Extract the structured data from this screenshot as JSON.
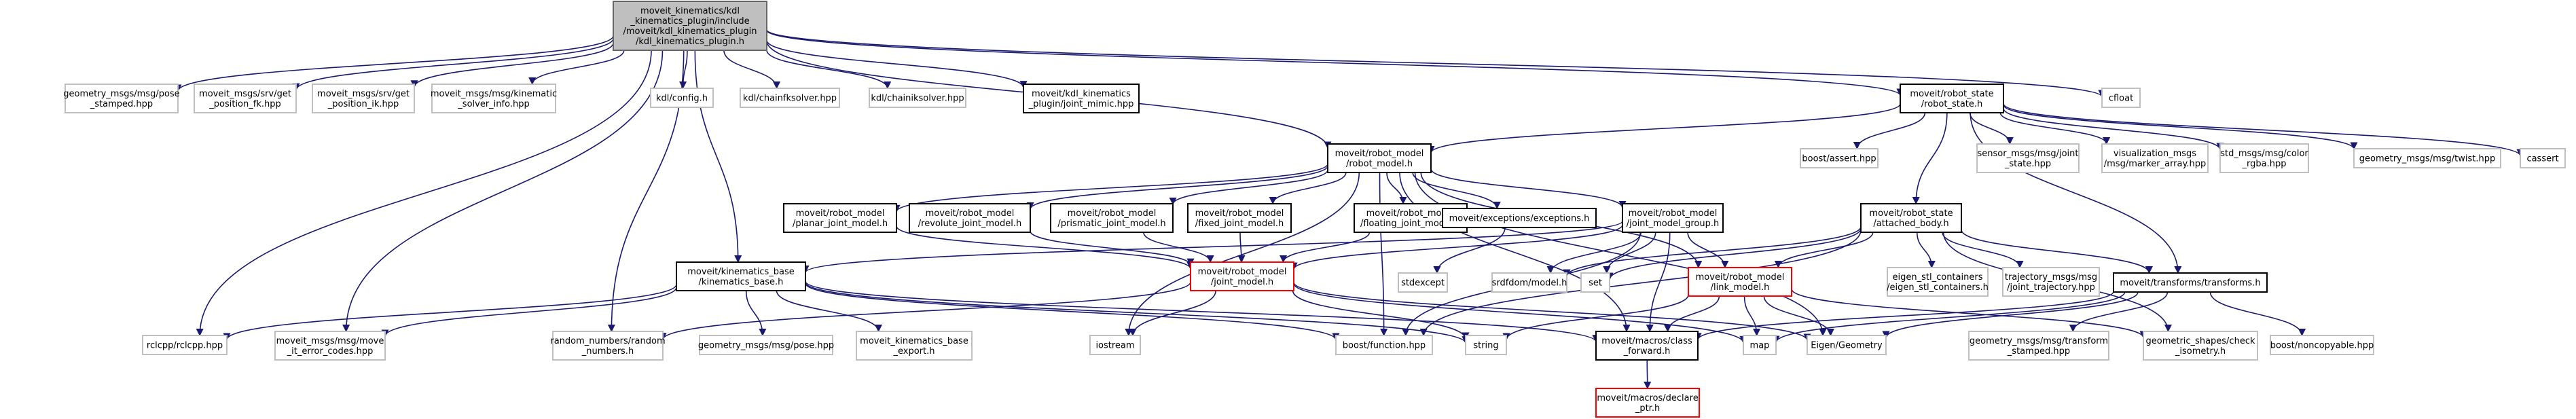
{
  "colors": {
    "background": "#ffffff",
    "edge": "#191970",
    "border_root": "#666666",
    "fill_root": "#bfbfbf",
    "border_documented": "#000000",
    "border_system": "#bfbfbf",
    "border_missing": "#ff0000",
    "text": "#000000"
  },
  "nodes": [
    {
      "id": "kdl_plugin",
      "kind": "root",
      "lines": [
        "moveit_kinematics/kdl",
        "_kinematics_plugin/include",
        "/moveit/kdl_kinematics_plugin",
        "/kdl_kinematics_plugin.h"
      ]
    },
    {
      "id": "geom_pose_stamped",
      "kind": "system",
      "lines": [
        "geometry_msgs/msg/pose",
        "_stamped.hpp"
      ]
    },
    {
      "id": "srv_get_fk",
      "kind": "system",
      "lines": [
        "moveit_msgs/srv/get",
        "_position_fk.hpp"
      ]
    },
    {
      "id": "srv_get_ik",
      "kind": "system",
      "lines": [
        "moveit_msgs/srv/get",
        "_position_ik.hpp"
      ]
    },
    {
      "id": "kin_solver_info",
      "kind": "system",
      "lines": [
        "moveit_msgs/msg/kinematic",
        "_solver_info.hpp"
      ]
    },
    {
      "id": "kdl_config",
      "kind": "system",
      "lines": [
        "kdl/config.h"
      ]
    },
    {
      "id": "kdl_chainfk",
      "kind": "system",
      "lines": [
        "kdl/chainfksolver.hpp"
      ]
    },
    {
      "id": "kdl_chainik",
      "kind": "system",
      "lines": [
        "kdl/chainiksolver.hpp"
      ]
    },
    {
      "id": "joint_mimic",
      "kind": "documented",
      "lines": [
        "moveit/kdl_kinematics",
        "_plugin/joint_mimic.hpp"
      ]
    },
    {
      "id": "robot_state",
      "kind": "documented",
      "lines": [
        "moveit/robot_state",
        "/robot_state.h"
      ]
    },
    {
      "id": "cfloat",
      "kind": "system",
      "lines": [
        "cfloat"
      ]
    },
    {
      "id": "robot_model",
      "kind": "documented",
      "lines": [
        "moveit/robot_model",
        "/robot_model.h"
      ]
    },
    {
      "id": "boost_assert",
      "kind": "system",
      "lines": [
        "boost/assert.hpp"
      ]
    },
    {
      "id": "sensor_joint_state",
      "kind": "system",
      "lines": [
        "sensor_msgs/msg/joint",
        "_state.hpp"
      ]
    },
    {
      "id": "marker_array",
      "kind": "system",
      "lines": [
        "visualization_msgs",
        "/msg/marker_array.hpp"
      ]
    },
    {
      "id": "color_rgba",
      "kind": "system",
      "lines": [
        "std_msgs/msg/color",
        "_rgba.hpp"
      ]
    },
    {
      "id": "twist",
      "kind": "system",
      "lines": [
        "geometry_msgs/msg/twist.hpp"
      ]
    },
    {
      "id": "cassert",
      "kind": "system",
      "lines": [
        "cassert"
      ]
    },
    {
      "id": "planar_joint",
      "kind": "documented",
      "lines": [
        "moveit/robot_model",
        "/planar_joint_model.h"
      ]
    },
    {
      "id": "revolute_joint",
      "kind": "documented",
      "lines": [
        "moveit/robot_model",
        "/revolute_joint_model.h"
      ]
    },
    {
      "id": "prismatic_joint",
      "kind": "documented",
      "lines": [
        "moveit/robot_model",
        "/prismatic_joint_model.h"
      ]
    },
    {
      "id": "fixed_joint",
      "kind": "documented",
      "lines": [
        "moveit/robot_model",
        "/fixed_joint_model.h"
      ]
    },
    {
      "id": "floating_joint",
      "kind": "documented",
      "lines": [
        "moveit/robot_model",
        "/floating_joint_model.h"
      ]
    },
    {
      "id": "exceptions",
      "kind": "documented",
      "lines": [
        "moveit/exceptions/exceptions.h"
      ]
    },
    {
      "id": "joint_model_group",
      "kind": "documented",
      "lines": [
        "moveit/robot_model",
        "/joint_model_group.h"
      ]
    },
    {
      "id": "attached_body",
      "kind": "documented",
      "lines": [
        "moveit/robot_state",
        "/attached_body.h"
      ]
    },
    {
      "id": "kinematics_base",
      "kind": "documented",
      "lines": [
        "moveit/kinematics_base",
        "/kinematics_base.h"
      ]
    },
    {
      "id": "joint_model",
      "kind": "missing",
      "lines": [
        "moveit/robot_model",
        "/joint_model.h"
      ]
    },
    {
      "id": "stdexcept",
      "kind": "system",
      "lines": [
        "stdexcept"
      ]
    },
    {
      "id": "srdfdom",
      "kind": "system",
      "lines": [
        "srdfdom/model.h"
      ]
    },
    {
      "id": "set",
      "kind": "system",
      "lines": [
        "set"
      ]
    },
    {
      "id": "link_model",
      "kind": "missing",
      "lines": [
        "moveit/robot_model",
        "/link_model.h"
      ]
    },
    {
      "id": "eigen_stl",
      "kind": "system",
      "lines": [
        "eigen_stl_containers",
        "/eigen_stl_containers.h"
      ]
    },
    {
      "id": "joint_trajectory",
      "kind": "system",
      "lines": [
        "trajectory_msgs/msg",
        "/joint_trajectory.hpp"
      ]
    },
    {
      "id": "transforms",
      "kind": "documented",
      "lines": [
        "moveit/transforms/transforms.h"
      ]
    },
    {
      "id": "rclcpp",
      "kind": "system",
      "lines": [
        "rclcpp/rclcpp.hpp"
      ]
    },
    {
      "id": "move_it_error_codes",
      "kind": "system",
      "lines": [
        "moveit_msgs/msg/move",
        "_it_error_codes.hpp"
      ]
    },
    {
      "id": "random_numbers",
      "kind": "system",
      "lines": [
        "random_numbers/random",
        "_numbers.h"
      ]
    },
    {
      "id": "geom_pose",
      "kind": "system",
      "lines": [
        "geometry_msgs/msg/pose.hpp"
      ]
    },
    {
      "id": "kin_base_export",
      "kind": "system",
      "lines": [
        "moveit_kinematics_base",
        "_export.h"
      ]
    },
    {
      "id": "iostream",
      "kind": "system",
      "lines": [
        "iostream"
      ]
    },
    {
      "id": "boost_function",
      "kind": "system",
      "lines": [
        "boost/function.hpp"
      ]
    },
    {
      "id": "string",
      "kind": "system",
      "lines": [
        "string"
      ]
    },
    {
      "id": "class_forward",
      "kind": "documented",
      "lines": [
        "moveit/macros/class",
        "_forward.h"
      ]
    },
    {
      "id": "map",
      "kind": "system",
      "lines": [
        "map"
      ]
    },
    {
      "id": "eigen_geometry",
      "kind": "system",
      "lines": [
        "Eigen/Geometry"
      ]
    },
    {
      "id": "geom_transform_stamped",
      "kind": "system",
      "lines": [
        "geometry_msgs/msg/transform",
        "_stamped.hpp"
      ]
    },
    {
      "id": "check_isometry",
      "kind": "system",
      "lines": [
        "geometric_shapes/check",
        "_isometry.h"
      ]
    },
    {
      "id": "boost_noncopyable",
      "kind": "system",
      "lines": [
        "boost/noncopyable.hpp"
      ]
    },
    {
      "id": "declare_ptr",
      "kind": "missing",
      "lines": [
        "moveit/macros/declare",
        "_ptr.h"
      ]
    }
  ],
  "edges": [
    [
      "kdl_plugin",
      "geom_pose_stamped"
    ],
    [
      "kdl_plugin",
      "srv_get_fk"
    ],
    [
      "kdl_plugin",
      "srv_get_ik"
    ],
    [
      "kdl_plugin",
      "kin_solver_info"
    ],
    [
      "kdl_plugin",
      "kdl_config"
    ],
    [
      "kdl_plugin",
      "kdl_chainfk"
    ],
    [
      "kdl_plugin",
      "kdl_chainik"
    ],
    [
      "kdl_plugin",
      "joint_mimic"
    ],
    [
      "kdl_plugin",
      "robot_state"
    ],
    [
      "kdl_plugin",
      "cfloat"
    ],
    [
      "kdl_plugin",
      "robot_model"
    ],
    [
      "kdl_plugin",
      "kinematics_base"
    ],
    [
      "kdl_plugin",
      "rclcpp"
    ],
    [
      "kdl_plugin",
      "move_it_error_codes"
    ],
    [
      "kdl_plugin",
      "random_numbers"
    ],
    [
      "robot_state",
      "robot_model"
    ],
    [
      "robot_state",
      "boost_assert"
    ],
    [
      "robot_state",
      "sensor_joint_state"
    ],
    [
      "robot_state",
      "marker_array"
    ],
    [
      "robot_state",
      "color_rgba"
    ],
    [
      "robot_state",
      "twist"
    ],
    [
      "robot_state",
      "cassert"
    ],
    [
      "robot_state",
      "attached_body"
    ],
    [
      "robot_state",
      "transforms"
    ],
    [
      "robot_model",
      "planar_joint"
    ],
    [
      "robot_model",
      "revolute_joint"
    ],
    [
      "robot_model",
      "prismatic_joint"
    ],
    [
      "robot_model",
      "fixed_joint"
    ],
    [
      "robot_model",
      "floating_joint"
    ],
    [
      "robot_model",
      "exceptions"
    ],
    [
      "robot_model",
      "joint_model_group"
    ],
    [
      "robot_model",
      "link_model"
    ],
    [
      "robot_model",
      "iostream"
    ],
    [
      "robot_model",
      "boost_function"
    ],
    [
      "robot_model",
      "class_forward"
    ],
    [
      "robot_model",
      "eigen_geometry"
    ],
    [
      "planar_joint",
      "joint_model"
    ],
    [
      "revolute_joint",
      "joint_model"
    ],
    [
      "prismatic_joint",
      "joint_model"
    ],
    [
      "fixed_joint",
      "joint_model"
    ],
    [
      "floating_joint",
      "joint_model"
    ],
    [
      "exceptions",
      "stdexcept"
    ],
    [
      "joint_model_group",
      "joint_model"
    ],
    [
      "joint_model_group",
      "link_model"
    ],
    [
      "joint_model_group",
      "srdfdom"
    ],
    [
      "joint_model_group",
      "set"
    ],
    [
      "joint_model_group",
      "kinematics_base"
    ],
    [
      "joint_model_group",
      "boost_function"
    ],
    [
      "joint_model_group",
      "class_forward"
    ],
    [
      "attached_body",
      "link_model"
    ],
    [
      "attached_body",
      "transforms"
    ],
    [
      "attached_body",
      "eigen_stl"
    ],
    [
      "attached_body",
      "joint_trajectory"
    ],
    [
      "attached_body",
      "srdfdom"
    ],
    [
      "attached_body",
      "set"
    ],
    [
      "attached_body",
      "boost_function"
    ],
    [
      "attached_body",
      "check_isometry"
    ],
    [
      "kinematics_base",
      "rclcpp"
    ],
    [
      "kinematics_base",
      "move_it_error_codes"
    ],
    [
      "kinematics_base",
      "geom_pose"
    ],
    [
      "kinematics_base",
      "kin_base_export"
    ],
    [
      "kinematics_base",
      "boost_function"
    ],
    [
      "kinematics_base",
      "string"
    ],
    [
      "kinematics_base",
      "class_forward"
    ],
    [
      "joint_model",
      "random_numbers"
    ],
    [
      "joint_model",
      "iostream"
    ],
    [
      "joint_model",
      "string"
    ],
    [
      "joint_model",
      "map"
    ],
    [
      "joint_model",
      "eigen_geometry"
    ],
    [
      "link_model",
      "string"
    ],
    [
      "link_model",
      "map"
    ],
    [
      "link_model",
      "class_forward"
    ],
    [
      "link_model",
      "eigen_geometry"
    ],
    [
      "link_model",
      "check_isometry"
    ],
    [
      "transforms",
      "class_forward"
    ],
    [
      "transforms",
      "map"
    ],
    [
      "transforms",
      "eigen_geometry"
    ],
    [
      "transforms",
      "geom_transform_stamped"
    ],
    [
      "transforms",
      "boost_noncopyable"
    ],
    [
      "class_forward",
      "declare_ptr"
    ]
  ]
}
